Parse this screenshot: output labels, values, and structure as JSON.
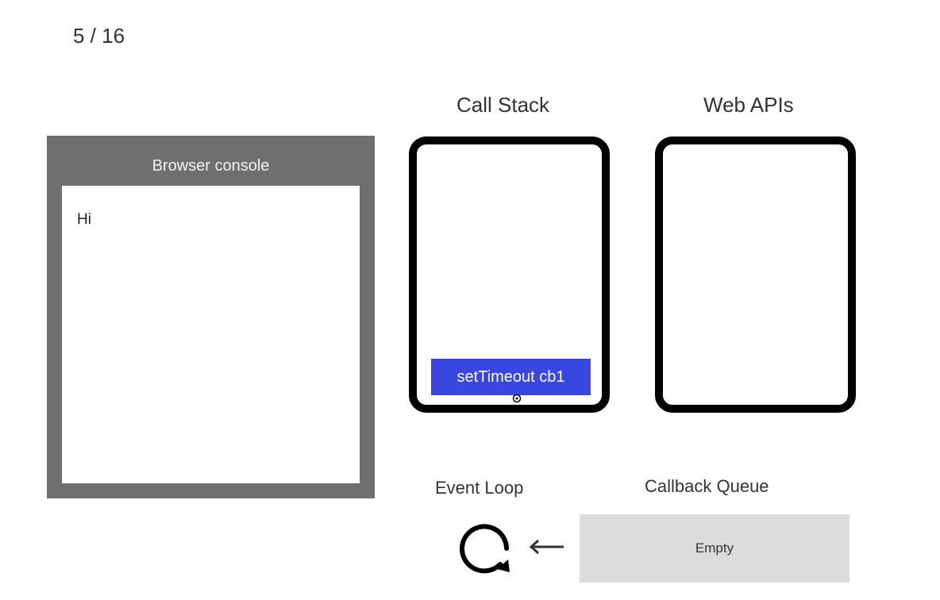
{
  "slide": {
    "counter": "5 / 16"
  },
  "console": {
    "title": "Browser console",
    "lines": [
      "Hi"
    ]
  },
  "call_stack": {
    "title": "Call Stack",
    "items": [
      "setTimeout cb1"
    ]
  },
  "web_apis": {
    "title": "Web APIs"
  },
  "event_loop": {
    "title": "Event Loop",
    "icon": "loop-arrow-icon"
  },
  "callback_queue": {
    "title": "Callback Queue",
    "content": "Empty"
  },
  "colors": {
    "stack_item": "#3a46e0",
    "console_frame": "#6f6f6f",
    "queue_bg": "#dcdcdc",
    "frame_border": "#000000"
  }
}
